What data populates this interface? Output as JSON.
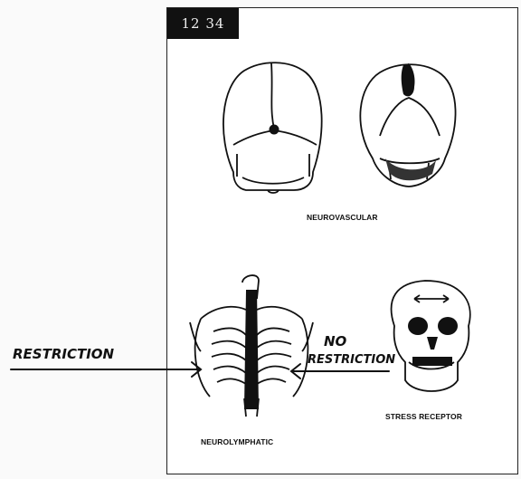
{
  "page_number": "12 34",
  "labels": {
    "neurovascular": "NEUROVASCULAR",
    "neurolymphatic": "NEUROLYMPHATIC",
    "stress_receptor": "STRESS RECEPTOR"
  },
  "annotations": {
    "restriction": "RESTRICTION",
    "no": "NO",
    "no_restriction": "RESTRICTION"
  }
}
